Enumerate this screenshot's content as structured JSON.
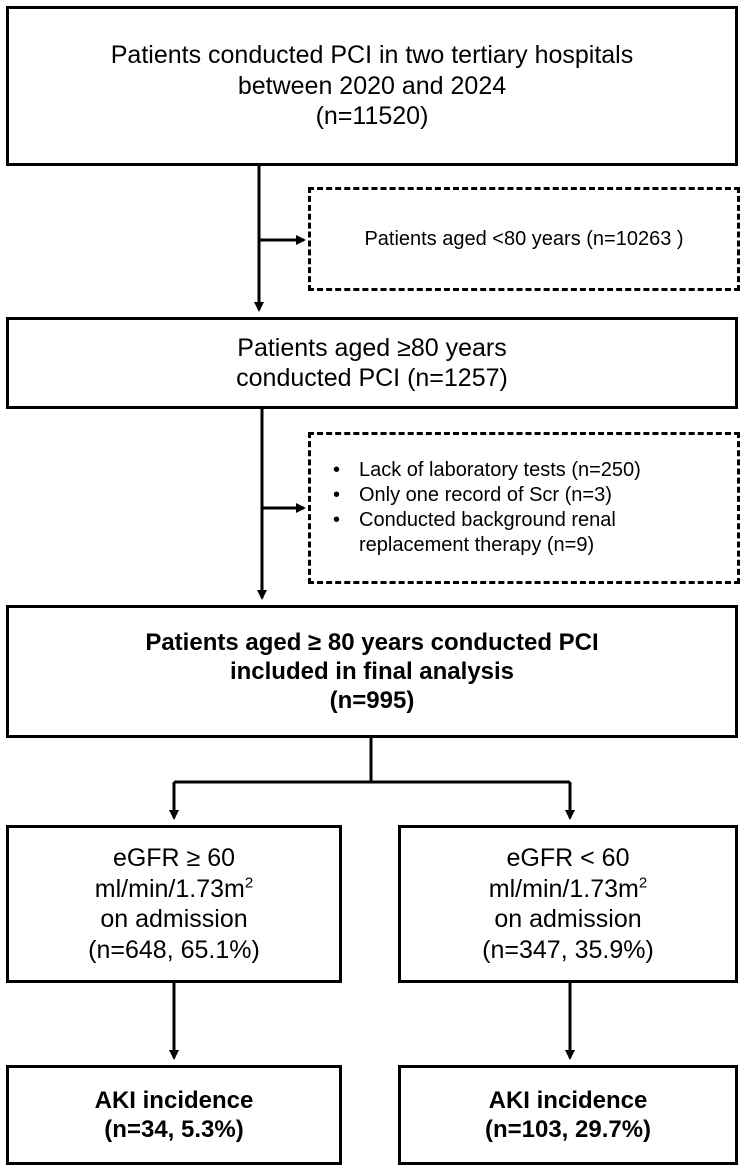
{
  "box_total": {
    "lines": [
      "Patients conducted PCI in two tertiary hospitals",
      "between 2020 and 2024",
      "(n=11520)"
    ]
  },
  "excluded_age": {
    "text": "Patients aged <80 years (n=10263 )"
  },
  "box_elderly": {
    "lines": [
      "Patients aged ≥80 years",
      "conducted PCI (n=1257)"
    ]
  },
  "excluded_criteria": {
    "items": [
      {
        "text": "Lack of laboratory tests (n=250)"
      },
      {
        "text": "Only one record of Scr (n=3)"
      },
      {
        "text": "Conducted background renal",
        "cont": "replacement therapy (n=9)"
      }
    ]
  },
  "box_final": {
    "lines": [
      "Patients aged ≥  80 years conducted PCI",
      "included in final analysis",
      "(n=995)"
    ]
  },
  "box_egfr_high": {
    "line1": "eGFR ≥ 60",
    "unit": "ml/min/1.73m",
    "unit_sup": "2",
    "line3": "on admission",
    "line4": "(n=648, 65.1%)"
  },
  "box_egfr_low": {
    "line1": "eGFR < 60",
    "unit": "ml/min/1.73m",
    "unit_sup": "2",
    "line3": "on admission",
    "line4": "(n=347, 35.9%)"
  },
  "box_aki_high": {
    "lines": [
      "AKI incidence",
      "(n=34, 5.3%)"
    ]
  },
  "box_aki_low": {
    "lines": [
      "AKI incidence",
      "(n=103, 29.7%)"
    ]
  }
}
